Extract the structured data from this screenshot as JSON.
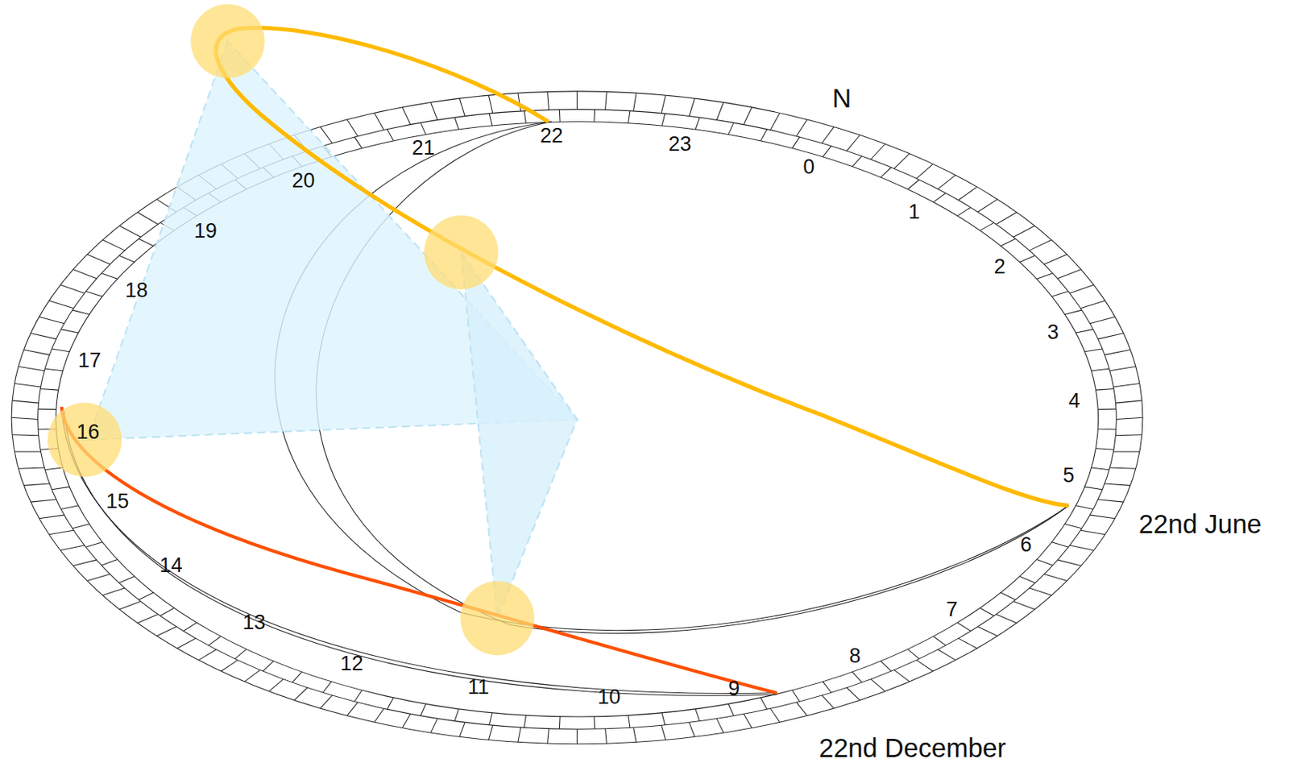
{
  "diagram": {
    "labels": [
      "0",
      "1",
      "2",
      "3",
      "4",
      "5",
      "6",
      "7",
      "8",
      "9",
      "10",
      "11",
      "12",
      "13",
      "14",
      "15",
      "16",
      "17",
      "18",
      "19",
      "20",
      "21",
      "22",
      "23",
      "N",
      "22nd June",
      "22nd December"
    ]
  }
}
